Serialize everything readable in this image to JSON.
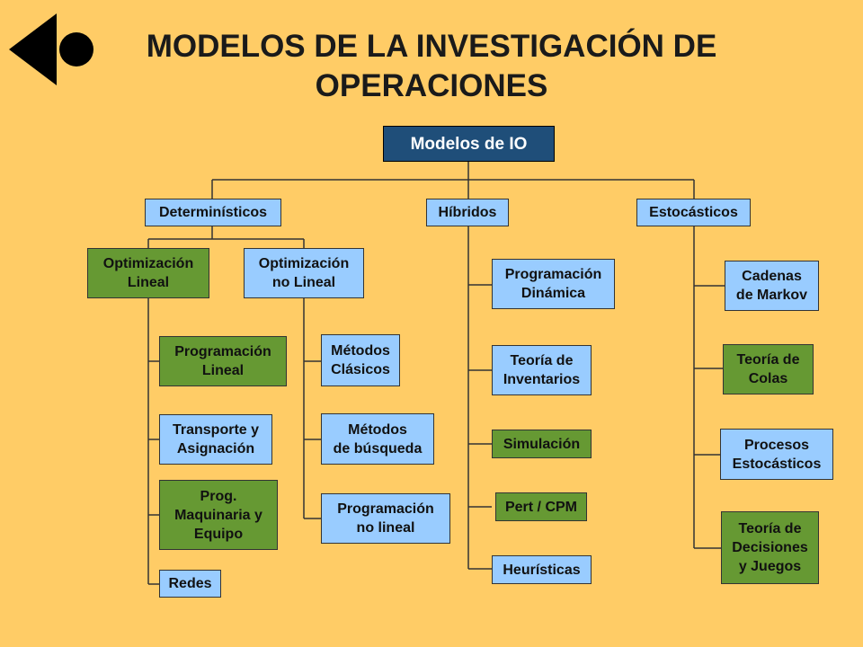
{
  "title": {
    "line1": "MODELOS DE LA INVESTIGACIÓN DE",
    "line2": "OPERACIONES"
  },
  "colors": {
    "background": "#FFCC66",
    "light_box": "#99CCFF",
    "green_box": "#669933",
    "root_box": "#1F4E79"
  },
  "icons": {
    "logo": "back-navigation-icon"
  },
  "root": "Modelos de IO",
  "categories": {
    "deterministic": "Determinísticos",
    "hybrid": "Híbridos",
    "stochastic": "Estocásticos"
  },
  "deterministic": {
    "linear": "Optimización\nLineal",
    "nonlinear": "Optimización\nno Lineal",
    "linear_items": [
      "Programación\nLineal",
      "Transporte y\nAsignación",
      "Prog.\nMaquinaria y\nEquipo",
      "Redes"
    ],
    "nonlinear_items": [
      "Métodos\nClásicos",
      "Métodos\nde búsqueda",
      "Programación\nno lineal"
    ]
  },
  "hybrid_items": [
    "Programación\nDinámica",
    "Teoría de\nInventarios",
    "Simulación",
    "Pert / CPM",
    "Heurísticas"
  ],
  "stochastic_items": [
    "Cadenas\nde Markov",
    "Teoría de\nColas",
    "Procesos\nEstocásticos",
    "Teoría de\nDecisiones\ny Juegos"
  ]
}
